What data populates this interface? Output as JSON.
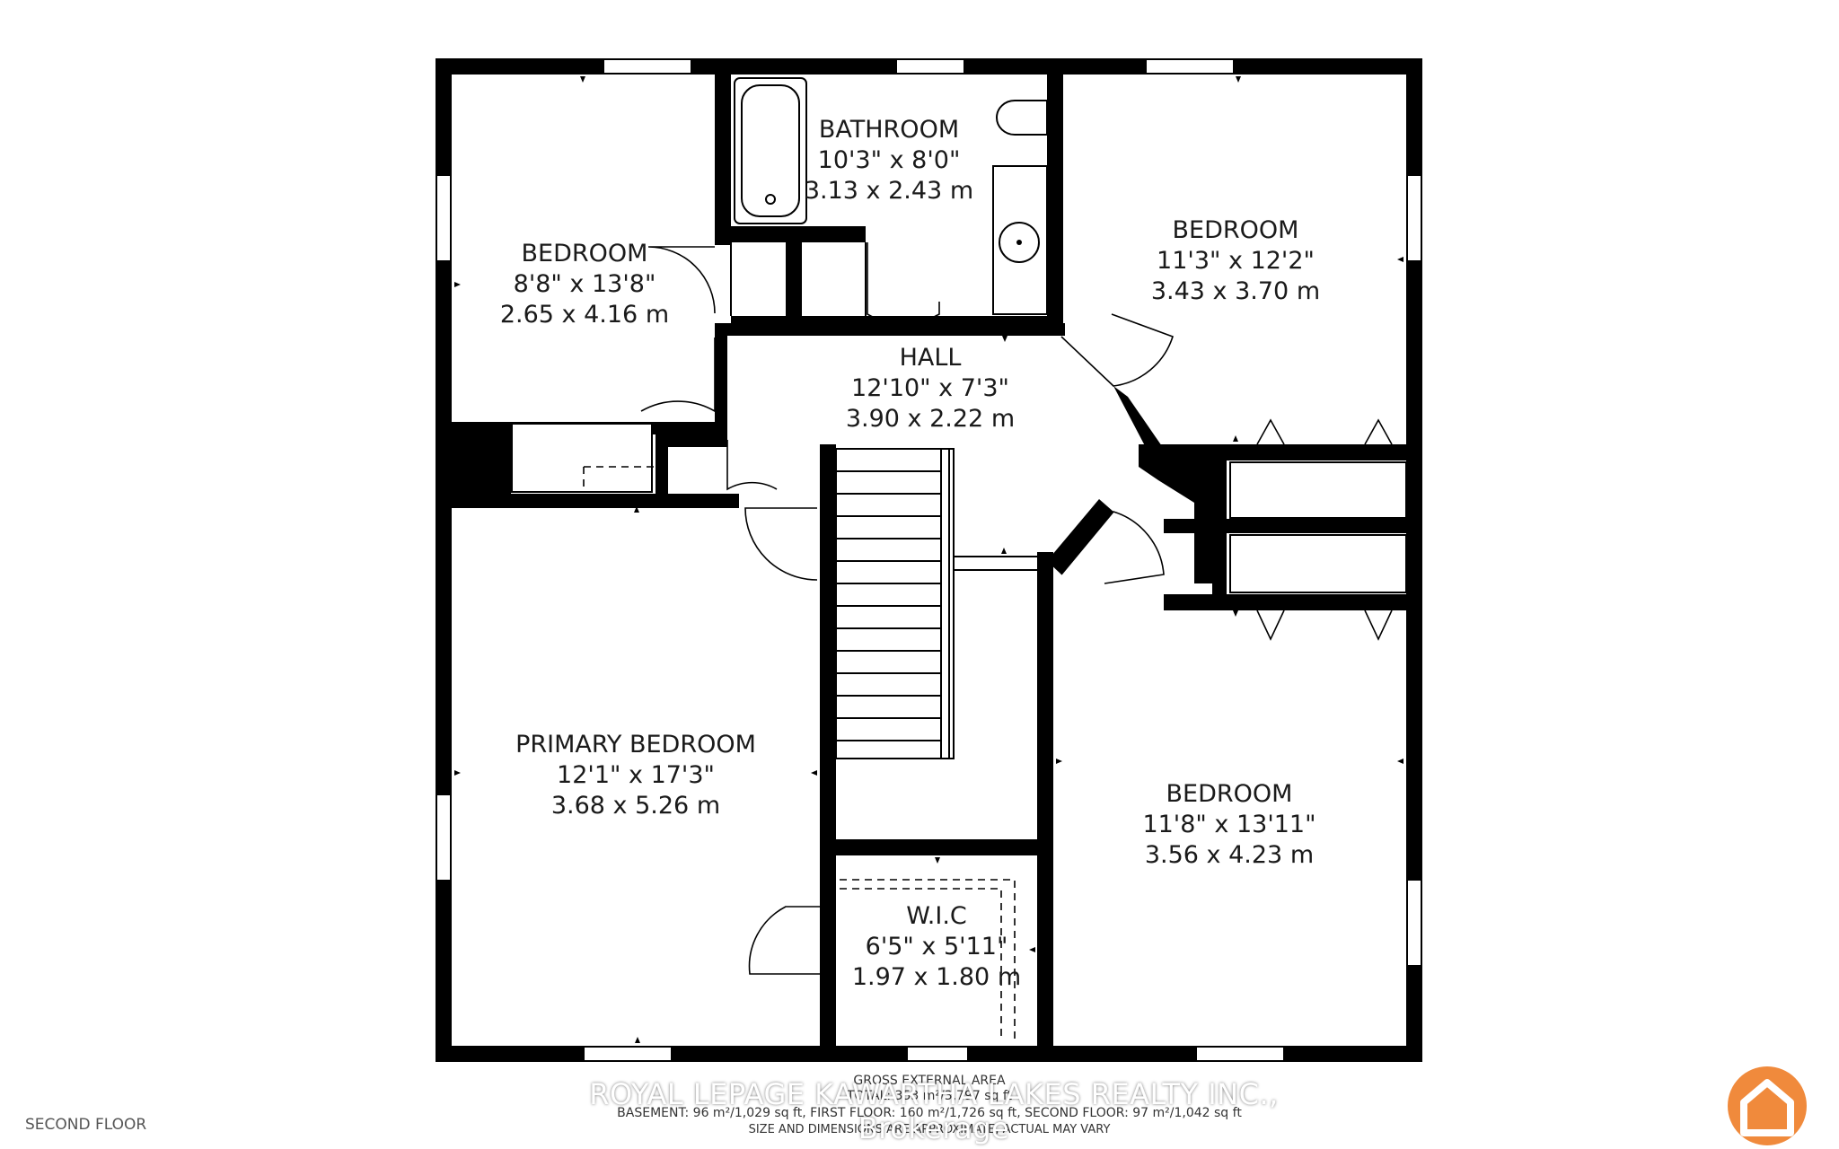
{
  "floor_name": "SECOND FLOOR",
  "rooms": {
    "bathroom": {
      "name": "BATHROOM",
      "imperial": "10'3\" x 8'0\"",
      "metric": "3.13 x 2.43 m"
    },
    "bedroom_nw": {
      "name": "BEDROOM",
      "imperial": "8'8\" x 13'8\"",
      "metric": "2.65 x 4.16 m"
    },
    "bedroom_ne": {
      "name": "BEDROOM",
      "imperial": "11'3\" x 12'2\"",
      "metric": "3.43 x 3.70 m"
    },
    "hall": {
      "name": "HALL",
      "imperial": "12'10\" x 7'3\"",
      "metric": "3.90 x 2.22 m"
    },
    "primary_bedroom": {
      "name": "PRIMARY BEDROOM",
      "imperial": "12'1\" x 17'3\"",
      "metric": "3.68 x 5.26 m"
    },
    "bedroom_se": {
      "name": "BEDROOM",
      "imperial": "11'8\" x 13'11\"",
      "metric": "3.56 x 4.23 m"
    },
    "wic": {
      "name": "W.I.C",
      "imperial": "6'5\" x 5'11\"",
      "metric": "1.97 x 1.80 m"
    }
  },
  "footer": {
    "heading": "GROSS EXTERNAL AREA",
    "total": "TOTAL: 353 m²/3,797 sq ft",
    "breakdown": "BASEMENT: 96 m²/1,029 sq ft, FIRST FLOOR: 160 m²/1,726 sq ft, SECOND FLOOR: 97 m²/1,042 sq ft",
    "disclaimer": "SIZE AND DIMENSIONS ARE APPROXIMATE, ACTUAL MAY VARY"
  },
  "watermark": "ROYAL LEPAGE KAWARTHA LAKES REALTY INC., Brokerage",
  "colors": {
    "wall": "#000000",
    "logo": "#f08a3c",
    "background": "#ffffff"
  },
  "icons": {
    "logo": "house-logo-icon"
  }
}
